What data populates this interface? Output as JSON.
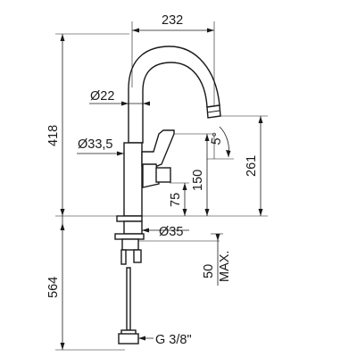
{
  "dimensions": {
    "width_top": "232",
    "height_total_upper": "418",
    "reach": "261",
    "height_150": "150",
    "height_75": "75",
    "dia_22": "Ø22",
    "dia_33_5": "Ø33,5",
    "dia_35": "Ø35",
    "length_lower": "564",
    "max_50": "50",
    "max_label": "MAX.",
    "angle": "5°",
    "thread": "G 3/8\""
  }
}
